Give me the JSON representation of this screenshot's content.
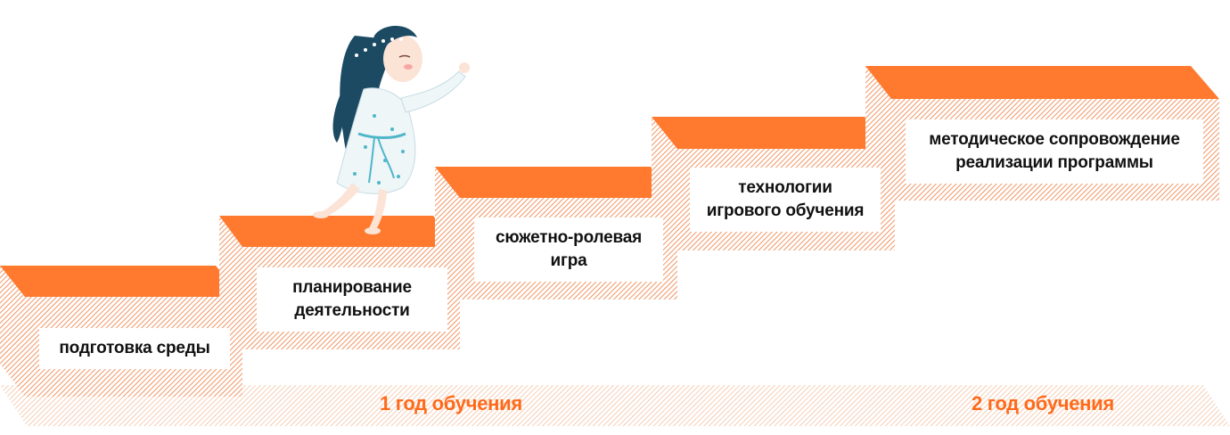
{
  "colors": {
    "accent": "#ff7a2e",
    "accent_dark": "#f26a1b",
    "hatch": "#ee7a3c",
    "band_hatch": "#f4b48e",
    "text": "#111111",
    "year_text": "#ff6a1a"
  },
  "steps": [
    {
      "label": "подготовка среды"
    },
    {
      "label": "планирование\nдеятельности"
    },
    {
      "label": "сюжетно-ролевая\nигра"
    },
    {
      "label": "технологии\nигрового обучения"
    },
    {
      "label": "методическое сопровождение\nреализации программы"
    }
  ],
  "years": [
    {
      "label": "1 год обучения"
    },
    {
      "label": "2 год обучения"
    }
  ],
  "illustration": {
    "icon": "girl-climbing-stairs-icon"
  }
}
